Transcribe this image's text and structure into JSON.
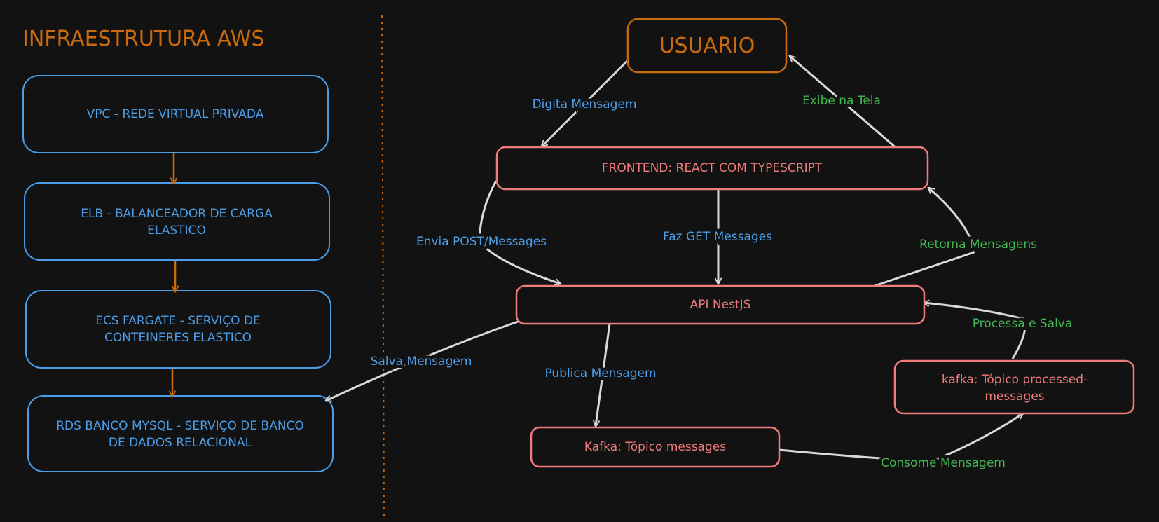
{
  "colors": {
    "background": "#121212",
    "orange": "#c96a0f",
    "blue": "#4a9eea",
    "red": "#f07b7b",
    "green": "#3fb950",
    "arrow": "#d9d9d9"
  },
  "infra": {
    "title": "INFRAESTRUTURA AWS",
    "boxes": [
      {
        "id": "vpc",
        "lines": [
          "VPC - REDE VIRTUAL PRIVADA"
        ]
      },
      {
        "id": "elb",
        "lines": [
          "ELB - BALANCEADOR DE CARGA",
          "ELASTICO"
        ]
      },
      {
        "id": "ecs",
        "lines": [
          "ECS FARGATE - SERVIÇO DE",
          "CONTEINERES ELASTICO"
        ]
      },
      {
        "id": "rds",
        "lines": [
          "RDS BANCO MYSQL - SERVIÇO DE BANCO",
          "DE DADOS RELACIONAL"
        ]
      }
    ]
  },
  "app": {
    "usuario": "USUARIO",
    "frontend": "FRONTEND: REACT COM TYPESCRIPT",
    "api": "API NestJS",
    "kafka_messages": "Kafka: Tópico messages",
    "kafka_processed": [
      "kafka: Tópico processed-",
      "messages"
    ]
  },
  "edges": {
    "digita_mensagem": "Digita Mensagem",
    "exibe_na_tela": "Exibe na Tela",
    "envia_post": "Envia POST/Messages",
    "faz_get": "Faz GET Messages",
    "retorna_mensagens": "Retorna Mensagens",
    "salva_mensagem": "Salva Mensagem",
    "publica_mensagem": "Publica Mensagem",
    "processa_e_salva": "Processa e Salva",
    "consome_mensagem": "Consome Mensagem"
  }
}
